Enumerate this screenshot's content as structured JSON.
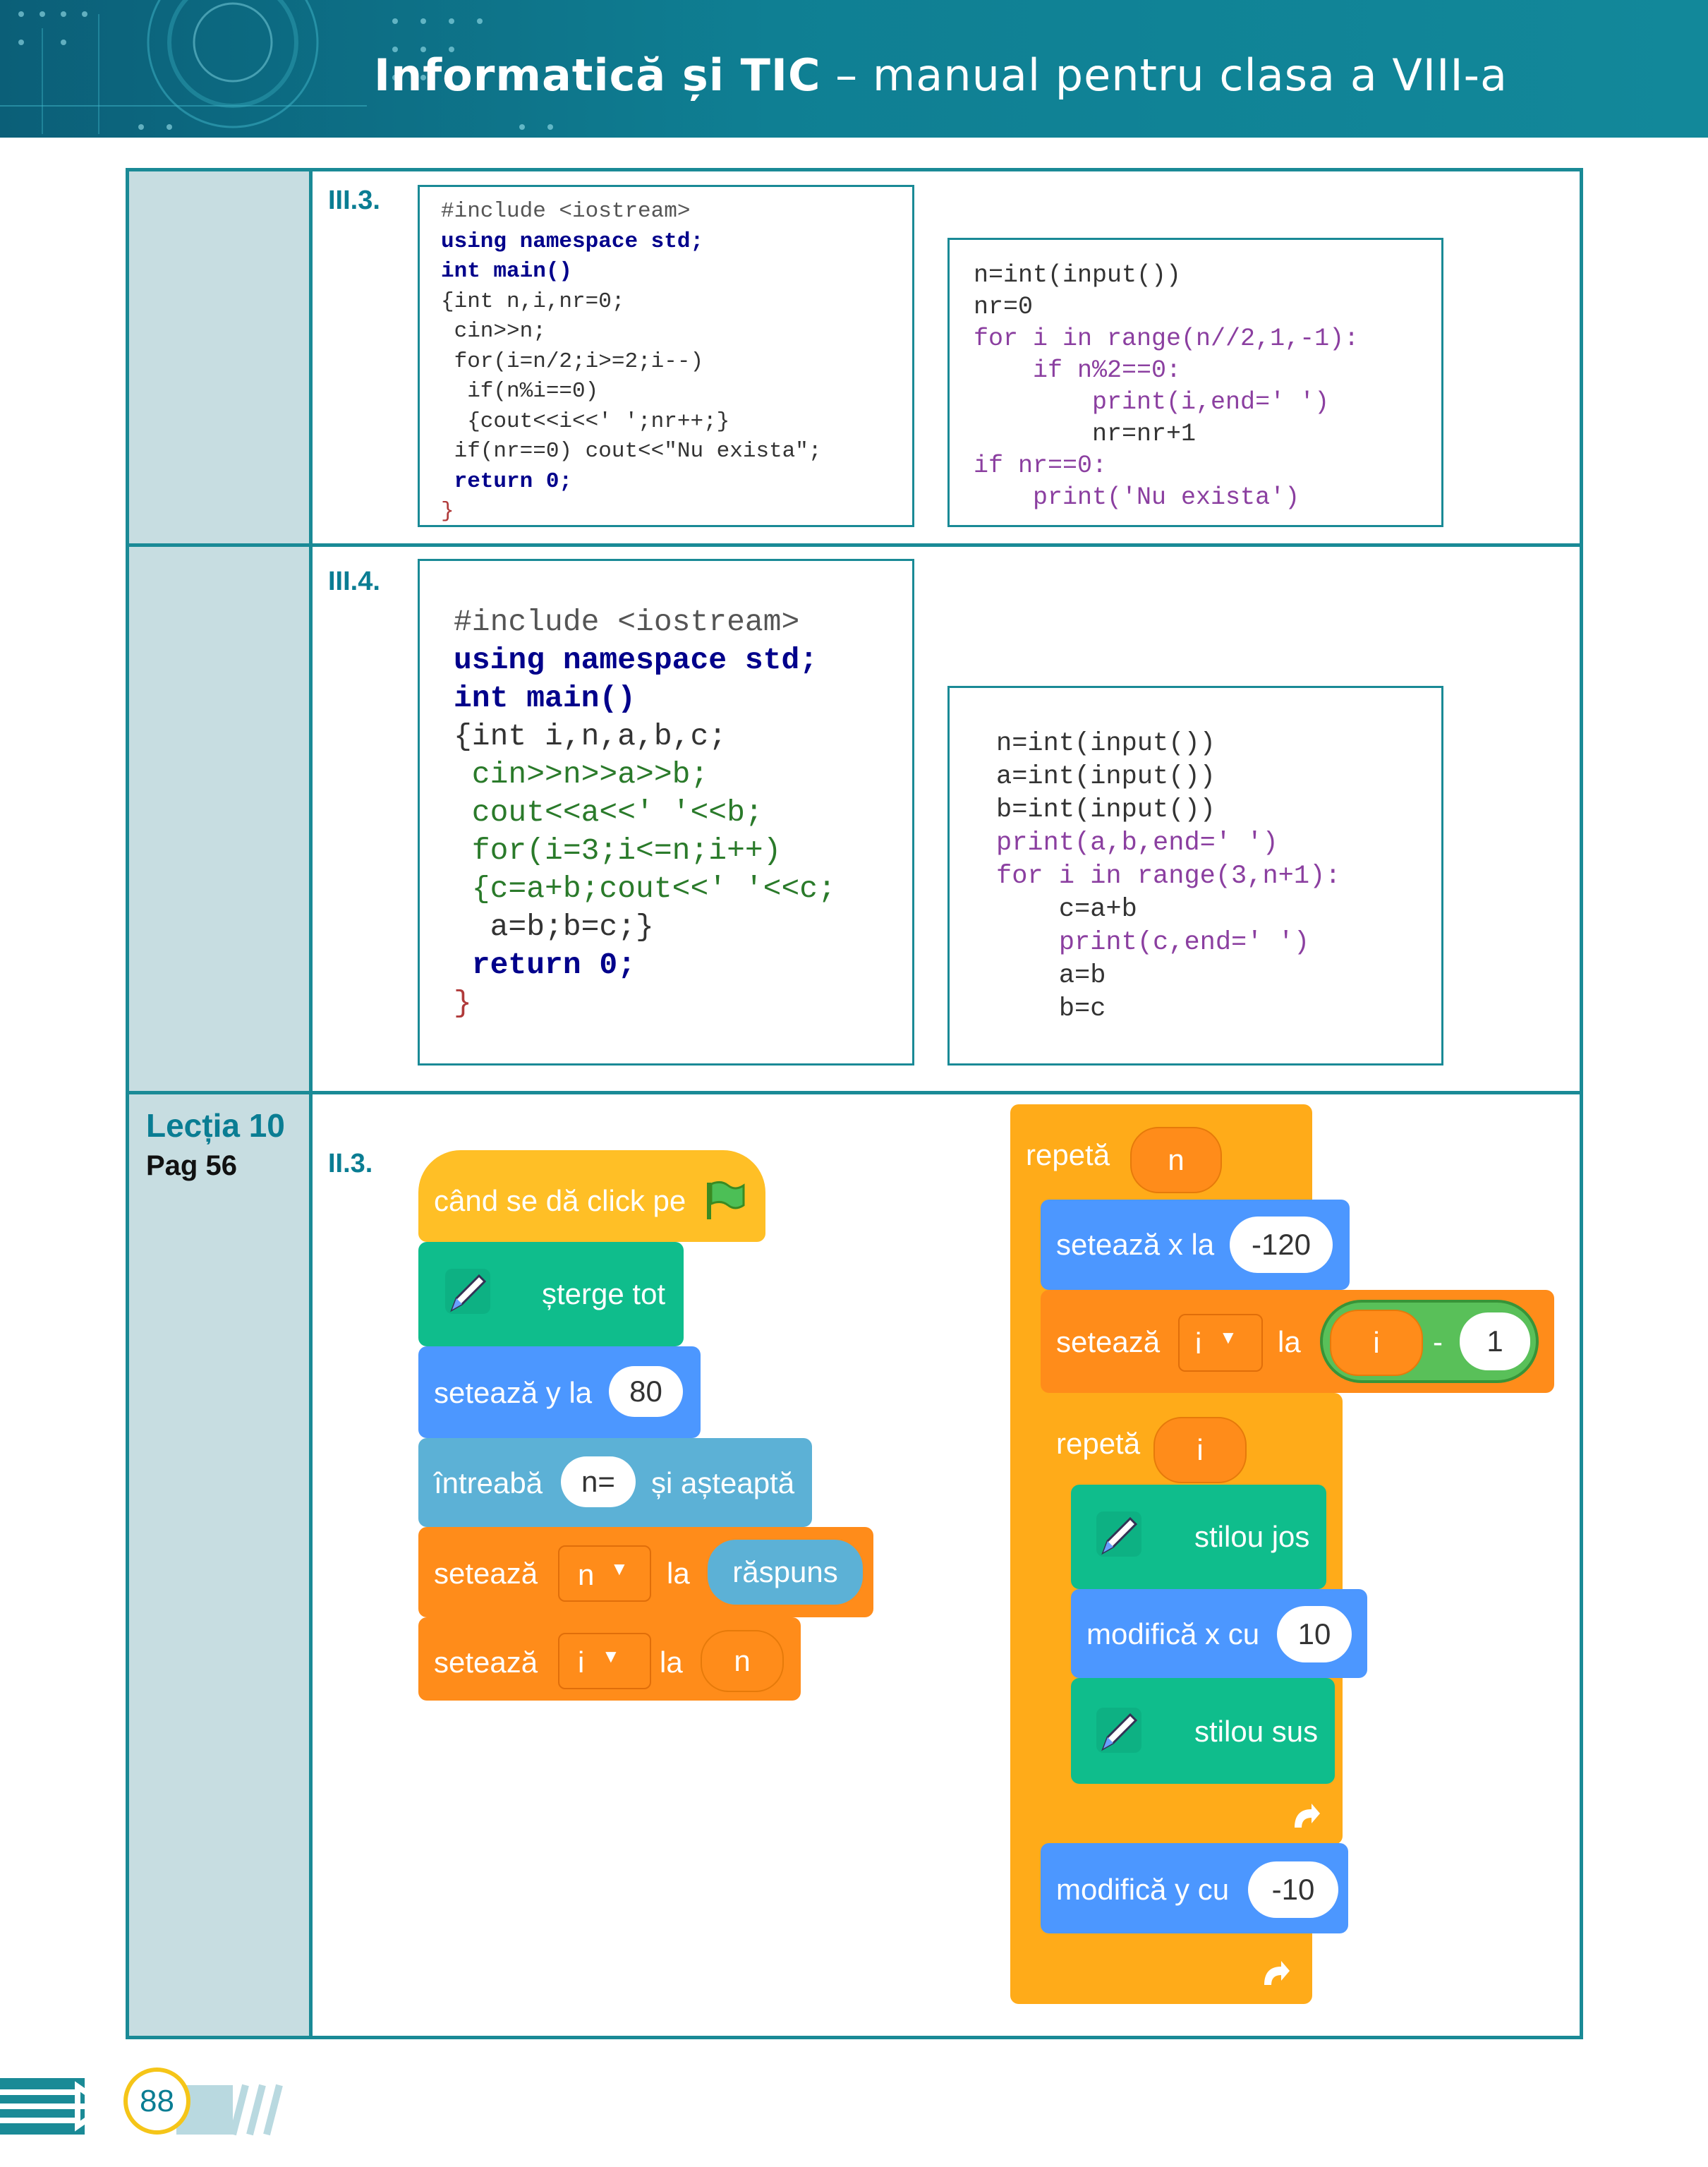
{
  "header": {
    "title_bold": "Informatică și TIC",
    "title_rest": " – manual pentru clasa a VIII-a"
  },
  "rows": {
    "r1_label": "III.3.",
    "r2_label": "III.4.",
    "r3_label": "II.3.",
    "lesson_title": "Lecția 10",
    "lesson_page": "Pag 56"
  },
  "code_cpp_1": [
    "#include <iostream>",
    "using namespace std;",
    "int main()",
    "{int n,i,nr=0;",
    " cin>>n;",
    " for(i=n/2;i>=2;i--)",
    "  if(n%i==0)",
    "  {cout<<i<<' ';nr++;}",
    " if(nr==0) cout<<\"Nu exista\";",
    " return 0;",
    "}"
  ],
  "code_py_1": [
    "n=int(input())",
    "nr=0",
    "for i in range(n//2,1,-1):",
    "    if n%2==0:",
    "        print(i,end=' ')",
    "        nr=nr+1",
    "if nr==0:",
    "    print('Nu exista')"
  ],
  "code_cpp_2": [
    "#include <iostream>",
    "using namespace std;",
    "int main()",
    "{int i,n,a,b,c;",
    " cin>>n>>a>>b;",
    " cout<<a<<' '<<b;",
    " for(i=3;i<=n;i++)",
    " {c=a+b;cout<<' '<<c;",
    "  a=b;b=c;}",
    " return 0;",
    "}"
  ],
  "code_py_2": [
    "n=int(input())",
    "a=int(input())",
    "b=int(input())",
    "print(a,b,end=' ')",
    "for i in range(3,n+1):",
    "    c=a+b",
    "    print(c,end=' ')",
    "    a=b",
    "    b=c"
  ],
  "scratch_left": {
    "hat": "când se dă click pe",
    "clear": "șterge tot",
    "set_y": "setează y la",
    "set_y_val": "80",
    "ask": "întreabă",
    "ask_val": "n=",
    "ask_wait": "și așteaptă",
    "set_n": "setează",
    "set_n_var": "n",
    "la1": "la",
    "answer": "răspuns",
    "set_i": "setează",
    "set_i_var": "i",
    "la2": "la",
    "set_i_val": "n"
  },
  "scratch_right": {
    "repeat1": "repetă",
    "repeat1_val": "n",
    "set_x": "setează x la",
    "set_x_val": "-120",
    "set_i": "setează",
    "set_i_var": "i",
    "la": "la",
    "minus_left": "i",
    "minus_op": "-",
    "minus_right": "1",
    "repeat2": "repetă",
    "repeat2_val": "i",
    "pen_down": "stilou jos",
    "change_x": "modifică x cu",
    "change_x_val": "10",
    "pen_up": "stilou sus",
    "change_y": "modifică y cu",
    "change_y_val": "-10"
  },
  "footer": {
    "page_number": "88"
  },
  "colors": {
    "accent": "#1a8a96",
    "left_column": "#c7dde1",
    "scratch_events": "#ffbf26",
    "scratch_pen": "#0fbd8c",
    "scratch_motion": "#4c97ff",
    "scratch_sensing": "#5cb1d6",
    "scratch_control": "#ffab19",
    "scratch_variables": "#ff8c1a"
  }
}
